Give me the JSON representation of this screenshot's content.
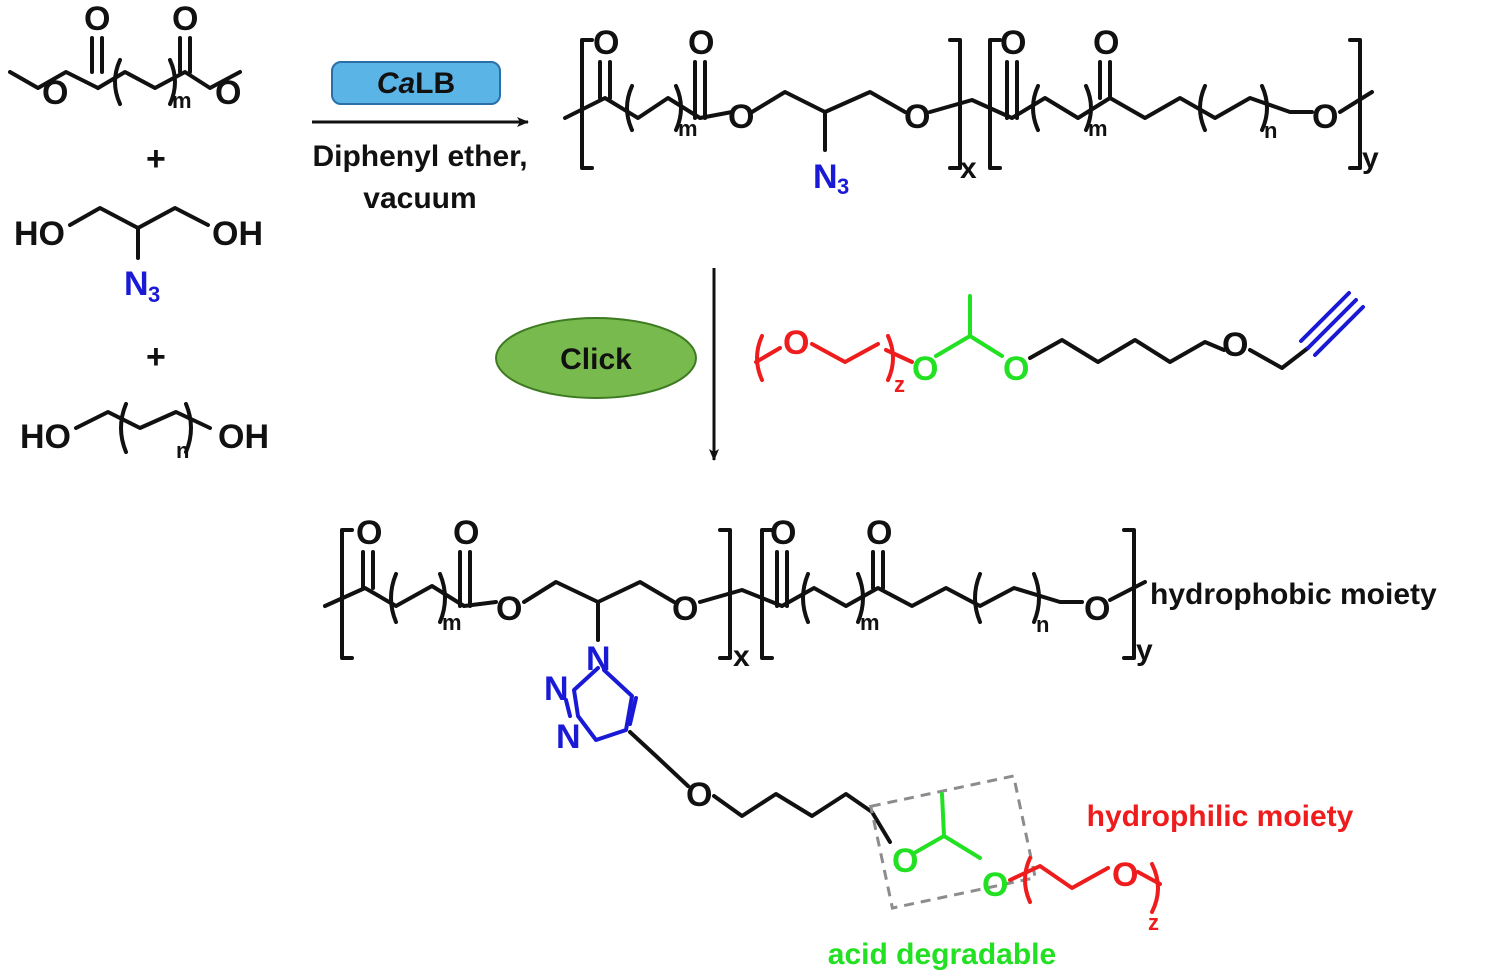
{
  "colors": {
    "black": "#111111",
    "azide": "#1a1ad6",
    "peg": "#ee1c1c",
    "acetal": "#22e022",
    "calb_fill": "#5ab4e6",
    "calb_stroke": "#2a6fa8",
    "click_fill": "#79ba4e",
    "click_stroke": "#3d7a22",
    "box_stroke": "#8c8c8c"
  },
  "reagents": {
    "plus": "+",
    "ho": "HO",
    "oh": "OH",
    "n3_n": "N",
    "n3_sub": "3",
    "o": "O",
    "m": "m",
    "n": "n"
  },
  "step1": {
    "catalyst_italic": "Ca",
    "catalyst_rest": "LB",
    "condition_1": "Diphenyl ether,",
    "condition_2": "vacuum"
  },
  "polymer": {
    "o": "O",
    "m": "m",
    "n": "n",
    "x": "x",
    "y": "y",
    "n3_n": "N",
    "n3_sub": "3"
  },
  "step2": {
    "label": "Click",
    "z": "z",
    "o": "O"
  },
  "product": {
    "o": "O",
    "n_atom": "N",
    "m": "m",
    "n": "n",
    "x": "x",
    "y": "y",
    "z": "z",
    "hydrophobic_label": "hydrophobic moiety",
    "hydrophilic_label": "hydrophilic moiety",
    "acid_label": "acid degradable"
  }
}
